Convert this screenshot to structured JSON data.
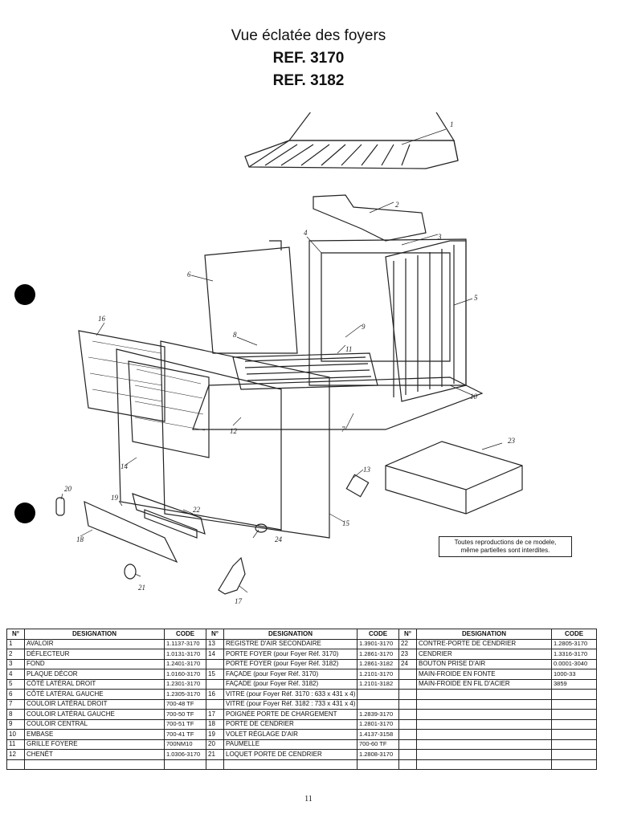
{
  "header": {
    "line1": "Vue éclatée des foyers",
    "line2": "REF. 3170",
    "line3": "REF. 3182"
  },
  "callouts": [
    "1",
    "2",
    "3",
    "4",
    "5",
    "6",
    "7",
    "8",
    "9",
    "10",
    "11",
    "12",
    "13",
    "14",
    "15",
    "16",
    "17",
    "18",
    "19",
    "20",
    "21",
    "22",
    "23",
    "24"
  ],
  "notice": {
    "line1": "Toutes reproductions de ce modele,",
    "line2": "même partielles sont interdites."
  },
  "table": {
    "headers": [
      "N°",
      "DESIGNATION",
      "CODE",
      "N°",
      "DESIGNATION",
      "CODE",
      "N°",
      "DESIGNATION",
      "CODE"
    ],
    "rows": [
      [
        "1",
        "AVALOIR",
        "1.1137-3170",
        "13",
        "REGISTRE D'AIR SECONDAIRE",
        "1.3901-3170",
        "22",
        "CONTRE-PORTE DE CENDRIER",
        "1.2805-3170"
      ],
      [
        "2",
        "DÉFLECTEUR",
        "1.0131-3170",
        "14",
        "PORTE FOYER (pour Foyer Réf. 3170)",
        "1.2861-3170",
        "23",
        "CENDRIER",
        "1.3316-3170"
      ],
      [
        "3",
        "FOND",
        "1.2401-3170",
        "",
        "PORTE FOYER (pour Foyer Réf. 3182)",
        "1.2861-3182",
        "24",
        "BOUTON PRISE D'AIR",
        "0.0001-3040"
      ],
      [
        "4",
        "PLAQUE DÉCOR",
        "1.0160-3170",
        "15",
        "FAÇADE (pour Foyer Réf. 3170)",
        "1.2101-3170",
        "",
        "MAIN-FROIDE EN FONTE",
        "1000-33"
      ],
      [
        "5",
        "CÔTÉ LATÉRAL DROIT",
        "1.2301-3170",
        "",
        "FAÇADE (pour Foyer Réf. 3182)",
        "1.2101-3182",
        "",
        "MAIN-FROIDE EN FIL D'ACIER",
        "3859"
      ],
      [
        "6",
        "CÔTÉ LATÉRAL GAUCHE",
        "1.2305-3170",
        "16",
        "VITRE (pour Foyer Réf. 3170 : 633 x 431 x 4)",
        "",
        "",
        "",
        ""
      ],
      [
        "7",
        "COULOIR LATÉRAL DROIT",
        "700-48 TF",
        "",
        "VITRE (pour Foyer Réf. 3182 : 733 x 431 x 4)",
        "",
        "",
        "",
        ""
      ],
      [
        "8",
        "COULOIR LATÉRAL GAUCHE",
        "700-50 TF",
        "17",
        "POIGNÉE PORTE DE CHARGEMENT",
        "1.2839-3170",
        "",
        "",
        ""
      ],
      [
        "9",
        "COULOIR CENTRAL",
        "700-51 TF",
        "18",
        "PORTE DE CENDRIER",
        "1.2801-3170",
        "",
        "",
        ""
      ],
      [
        "10",
        "EMBASE",
        "700-41 TF",
        "19",
        "VOLET RÉGLAGE D'AIR",
        "1.4137-3158",
        "",
        "",
        ""
      ],
      [
        "11",
        "GRILLE FOYERE",
        "700NM10",
        "20",
        "PAUMELLE",
        "700-60 TF",
        "",
        "",
        ""
      ],
      [
        "12",
        "CHENÊT",
        "1.0306-3170",
        "21",
        "LOQUET PORTE DE CENDRIER",
        "1.2808-3170",
        "",
        "",
        ""
      ]
    ]
  },
  "footer": {
    "page_number": "11"
  }
}
